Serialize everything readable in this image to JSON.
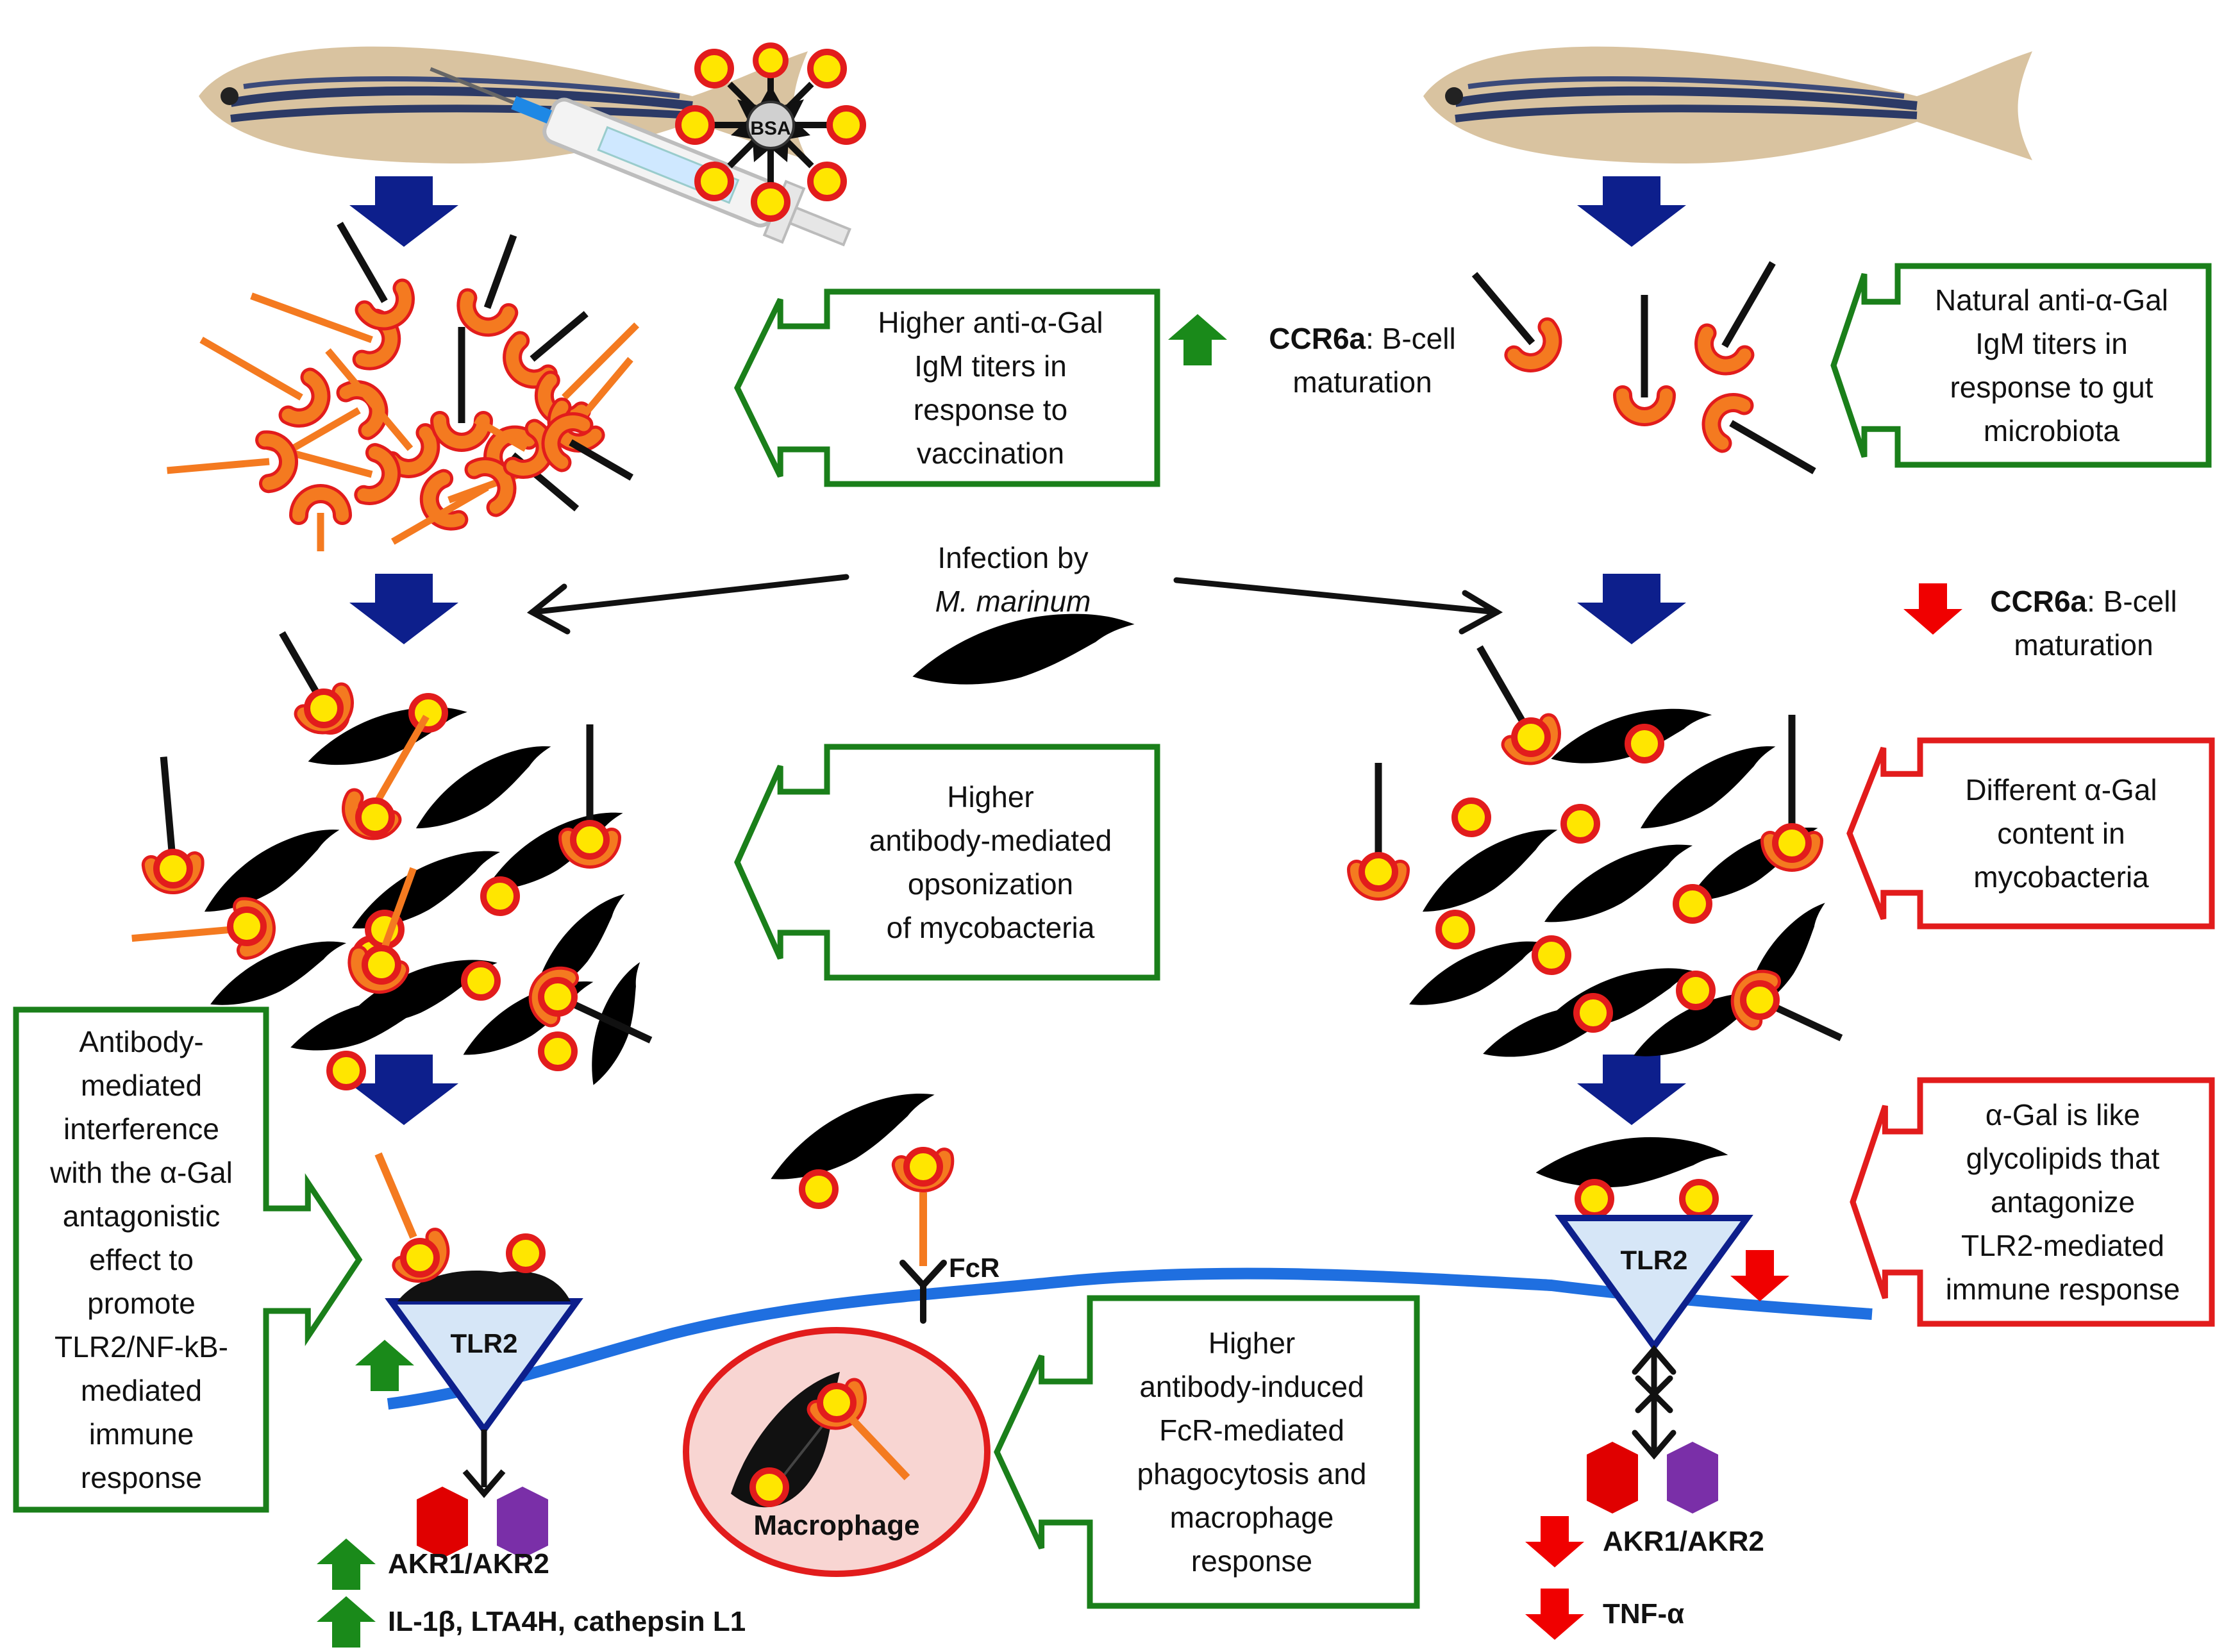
{
  "colors": {
    "green_box": "#1a7f1a",
    "red_box": "#e21c1c",
    "blue_arrow": "#0d1f8c",
    "antibody_orange": "#f47a20",
    "alpha_gal_yellow": "#ffe600",
    "membrane_blue": "#1f6fe0",
    "macrophage_fill": "#f8d5d2",
    "tlr2_fill": "#d6e6f7",
    "hexagon_red": "#e00000",
    "hexagon_purple": "#7a2fa8",
    "up_arrow_green": "#1a8a1a",
    "down_arrow_red": "#f00000"
  },
  "icons": [
    "zebrafish-icon",
    "syringe-icon",
    "bsa-conjugate-icon",
    "igm-antibody-icon",
    "mycobacterium-icon",
    "alpha-gal-icon",
    "tlr2-receptor-icon",
    "fc-receptor-icon",
    "macrophage-icon",
    "hexagon-icon"
  ],
  "labels": {
    "bsa": "BSA",
    "infection_line1": "Infection by",
    "infection_line2": "M. marinum",
    "ccr6a_up_bold": "CCR6a",
    "ccr6a_up_rest": ": B-cell",
    "ccr6a_up_line2": "maturation",
    "ccr6a_down_bold": "CCR6a",
    "ccr6a_down_rest": ": B-cell",
    "ccr6a_down_line2": "maturation",
    "tlr2_left": "TLR2",
    "tlr2_right": "TLR2",
    "fcr": "FcR",
    "macrophage": "Macrophage",
    "akr_left": "AKR1/AKR2",
    "il1b": "IL-1β, LTA4H, cathepsin L1",
    "akr_right": "AKR1/AKR2",
    "tnf": "TNF-α"
  },
  "boxes": {
    "higher_igm": "Higher  anti-α-Gal\nIgM titers in\nresponse to\nvaccination",
    "natural_igm": "Natural  anti-α-Gal\nIgM titers in\nresponse to gut\nmicrobiota",
    "opsonization": "Higher\nantibody-mediated\nopsonization\nof mycobacteria",
    "different_gal": "Different α-Gal\ncontent in\nmycobacteria",
    "interference": "Antibody-\nmediated\ninterference\nwith the α-Gal\nantagonistic\neffect to\npromote\nTLR2/NF-kB-\nmediated\nimmune\nresponse",
    "glycolipids": "α-Gal is like\nglycolipids that\nantagonize\nTLR2-mediated\nimmune response",
    "phagocytosis": "Higher\nantibody-induced\nFcR-mediated\nphagocytosis and\nmacrophage\nresponse"
  }
}
